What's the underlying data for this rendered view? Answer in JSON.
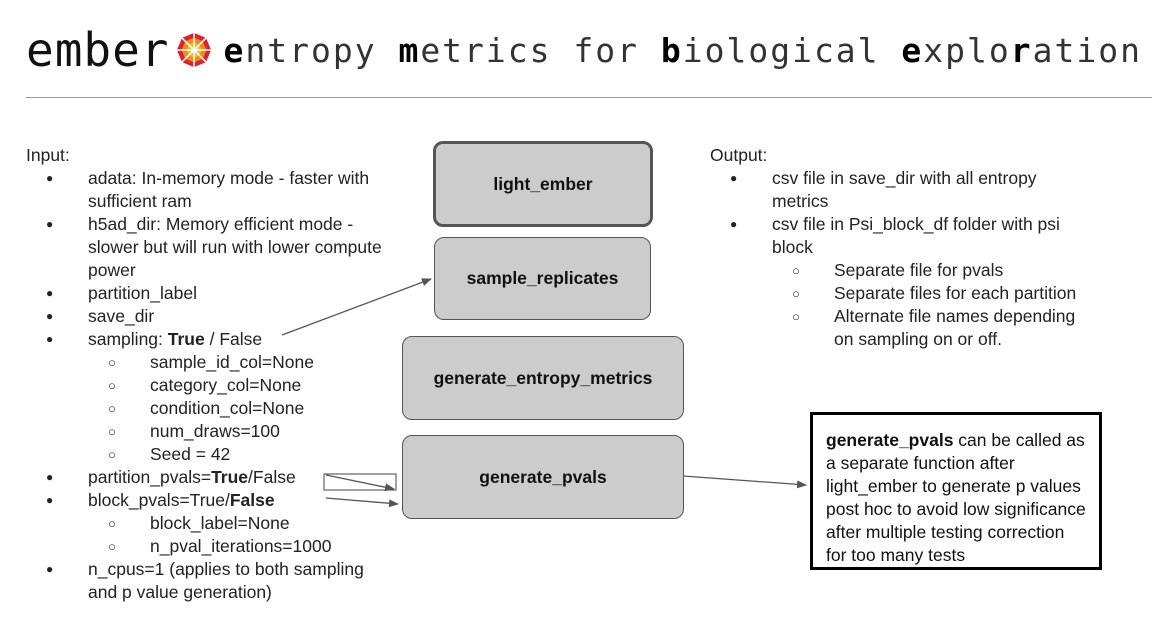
{
  "header": {
    "brand": "ember",
    "tagline_parts": [
      {
        "text": "e",
        "bold": true
      },
      {
        "text": "ntropy ",
        "bold": false
      },
      {
        "text": "m",
        "bold": true
      },
      {
        "text": "etrics for ",
        "bold": false
      },
      {
        "text": "b",
        "bold": true
      },
      {
        "text": "iological ",
        "bold": false
      },
      {
        "text": "e",
        "bold": true
      },
      {
        "text": "xplo",
        "bold": false
      },
      {
        "text": "r",
        "bold": true
      },
      {
        "text": "ation",
        "bold": false
      }
    ]
  },
  "input": {
    "heading": "Input:",
    "items": [
      {
        "parts": [
          {
            "t": "adata: In-memory mode - faster with sufficient ram",
            "b": false
          }
        ]
      },
      {
        "parts": [
          {
            "t": "h5ad_dir: Memory efficient mode - slower but will run with lower compute power",
            "b": false
          }
        ]
      },
      {
        "parts": [
          {
            "t": "partition_label",
            "b": false
          }
        ]
      },
      {
        "parts": [
          {
            "t": "save_dir",
            "b": false
          }
        ]
      },
      {
        "parts": [
          {
            "t": "sampling: ",
            "b": false
          },
          {
            "t": "True",
            "b": true
          },
          {
            "t": " / False",
            "b": false
          }
        ],
        "sub": [
          "sample_id_col=None",
          "category_col=None",
          "condition_col=None",
          "num_draws=100",
          "Seed = 42"
        ]
      },
      {
        "parts": [
          {
            "t": "partition_pvals=",
            "b": false
          },
          {
            "t": "True",
            "b": true
          },
          {
            "t": "/False",
            "b": false
          }
        ]
      },
      {
        "parts": [
          {
            "t": "block_pvals=True/",
            "b": false
          },
          {
            "t": "False",
            "b": true
          }
        ],
        "sub": [
          "block_label=None",
          "n_pval_iterations=1000"
        ]
      },
      {
        "parts": [
          {
            "t": "n_cpus=1 (applies to both sampling and p value generation)",
            "b": false
          }
        ]
      }
    ]
  },
  "functions": {
    "light_ember": "light_ember",
    "sample_replicates": "sample_replicates",
    "generate_entropy_metrics": "generate_entropy_metrics",
    "generate_pvals": "generate_pvals"
  },
  "output": {
    "heading": "Output:",
    "items": [
      {
        "text": "csv file in save_dir with all entropy metrics"
      },
      {
        "text": "csv file in Psi_block_df folder with psi block",
        "sub": [
          "Separate file for pvals",
          "Separate files for each partition",
          "Alternate file names depending on sampling on or off."
        ]
      }
    ]
  },
  "note": {
    "bold": "generate_pvals",
    "rest": " can be called as a separate function after light_ember to generate p values post hoc to avoid low significance after multiple testing correction for too many tests"
  },
  "colors": {
    "box_fill": "#cccccc",
    "box_border": "#555555",
    "logo_red": "#d8262b",
    "logo_orange": "#f08a24",
    "logo_yellow": "#f6c020"
  }
}
